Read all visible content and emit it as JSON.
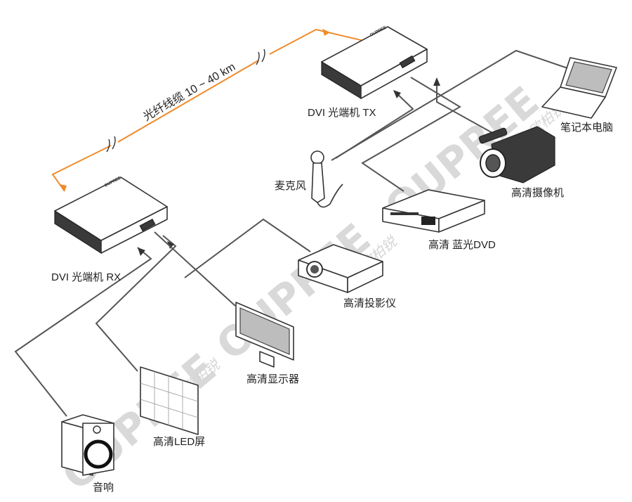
{
  "diagram": {
    "fiber_label": "光纤线缆 10 ~ 40 km",
    "tx_label": "DVI 光端机 TX",
    "rx_label": "DVI 光端机 RX",
    "device_labels": {
      "laptop": "笔记本电脑",
      "camcorder": "高清摄像机",
      "microphone": "麦克风",
      "dvd": "高清 蓝光DVD",
      "projector": "高清投影仪",
      "monitor": "高清显示器",
      "led_screen": "高清LED屏",
      "speaker": "音响"
    },
    "device_brand": "OUPREE",
    "watermark": {
      "brand": "OUPREE",
      "chinese": "欧柏锐"
    },
    "colors": {
      "fiber": "#f08a2a",
      "cable": "#555555",
      "watermark": "#d9d9d9"
    }
  }
}
